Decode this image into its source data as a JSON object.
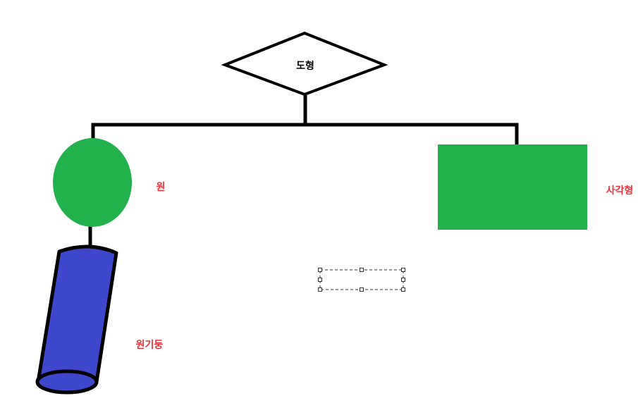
{
  "diagram": {
    "root": {
      "label": "도형",
      "label_color": "#000000",
      "shape": "diamond",
      "fill": "#ffffff",
      "stroke": "#000000"
    },
    "circle": {
      "label": "원",
      "label_color": "#e8323c",
      "shape": "ellipse",
      "fill": "#22b14c"
    },
    "rectangle": {
      "label": "사각형",
      "label_color": "#e8323c",
      "shape": "rectangle",
      "fill": "#22b14c"
    },
    "cylinder": {
      "label": "원기둥",
      "label_color": "#e8323c",
      "shape": "cylinder",
      "fill": "#3f48cc",
      "stroke": "#000000"
    },
    "connector_color": "#000000",
    "empty_selection": {
      "style": "dashed",
      "handles": 8
    }
  }
}
